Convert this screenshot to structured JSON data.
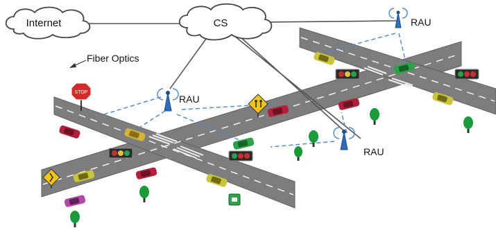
{
  "nodes": {
    "internet": "Internet",
    "cs": "CS"
  },
  "labels": {
    "fiber_optics": "Fiber Optics",
    "rau_top_right": "RAU",
    "rau_center": "RAU",
    "rau_bottom_right": "RAU"
  },
  "signs": {
    "stop": "STOP"
  },
  "colors": {
    "road": "#7d7d7d",
    "road_edge": "#5f5f5f",
    "lane_mark": "#f2f2f2",
    "crosswalk": "#eeeeee",
    "cloud_stroke": "#444444",
    "fiber_line": "#555555",
    "wireless": "#4a86c8",
    "tree": "#1b9a3a",
    "stop_sign": "#d42a2a",
    "warning_sign": "#f3c418",
    "traffic_light_box": "#2b2b2b"
  },
  "icons": [
    "cloud-icon",
    "antenna-icon",
    "car-icon",
    "tree-icon",
    "traffic-light-icon",
    "stop-sign-icon",
    "warning-sign-icon",
    "bus-stop-sign-icon"
  ]
}
